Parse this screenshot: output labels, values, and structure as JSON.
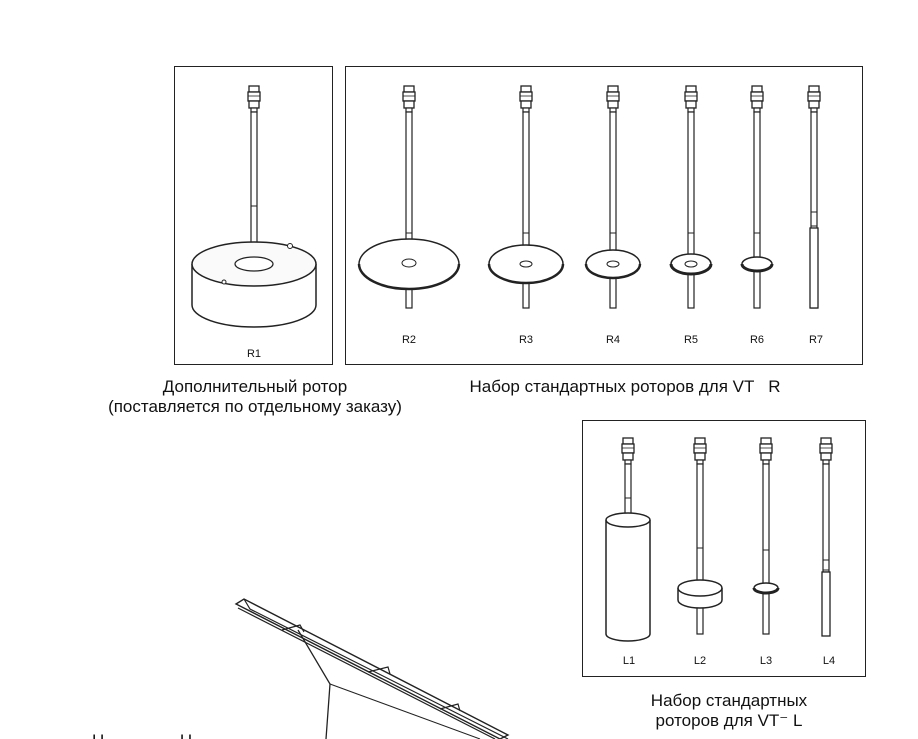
{
  "rotors_r_extra": {
    "labels": [
      "R1"
    ]
  },
  "rotors_r_standard": {
    "labels": [
      "R2",
      "R3",
      "R4",
      "R5",
      "R6",
      "R7"
    ]
  },
  "rotors_l_standard": {
    "labels": [
      "L1",
      "L2",
      "L3",
      "L4"
    ]
  },
  "captions": {
    "extra_line1": "Дополнительный ротор",
    "extra_line2": "(поставляется по отдельному заказу)",
    "set_r": "Набор стандартных роторов для VT   R",
    "set_l_line1": "Набор стандартных",
    "set_l_line2": "роторов для VT⁻ L",
    "bottom_partial": "Н                Н           "
  },
  "colors": {
    "line": "#222222",
    "fill": "#f2f2f2",
    "paper": "#ffffff"
  }
}
